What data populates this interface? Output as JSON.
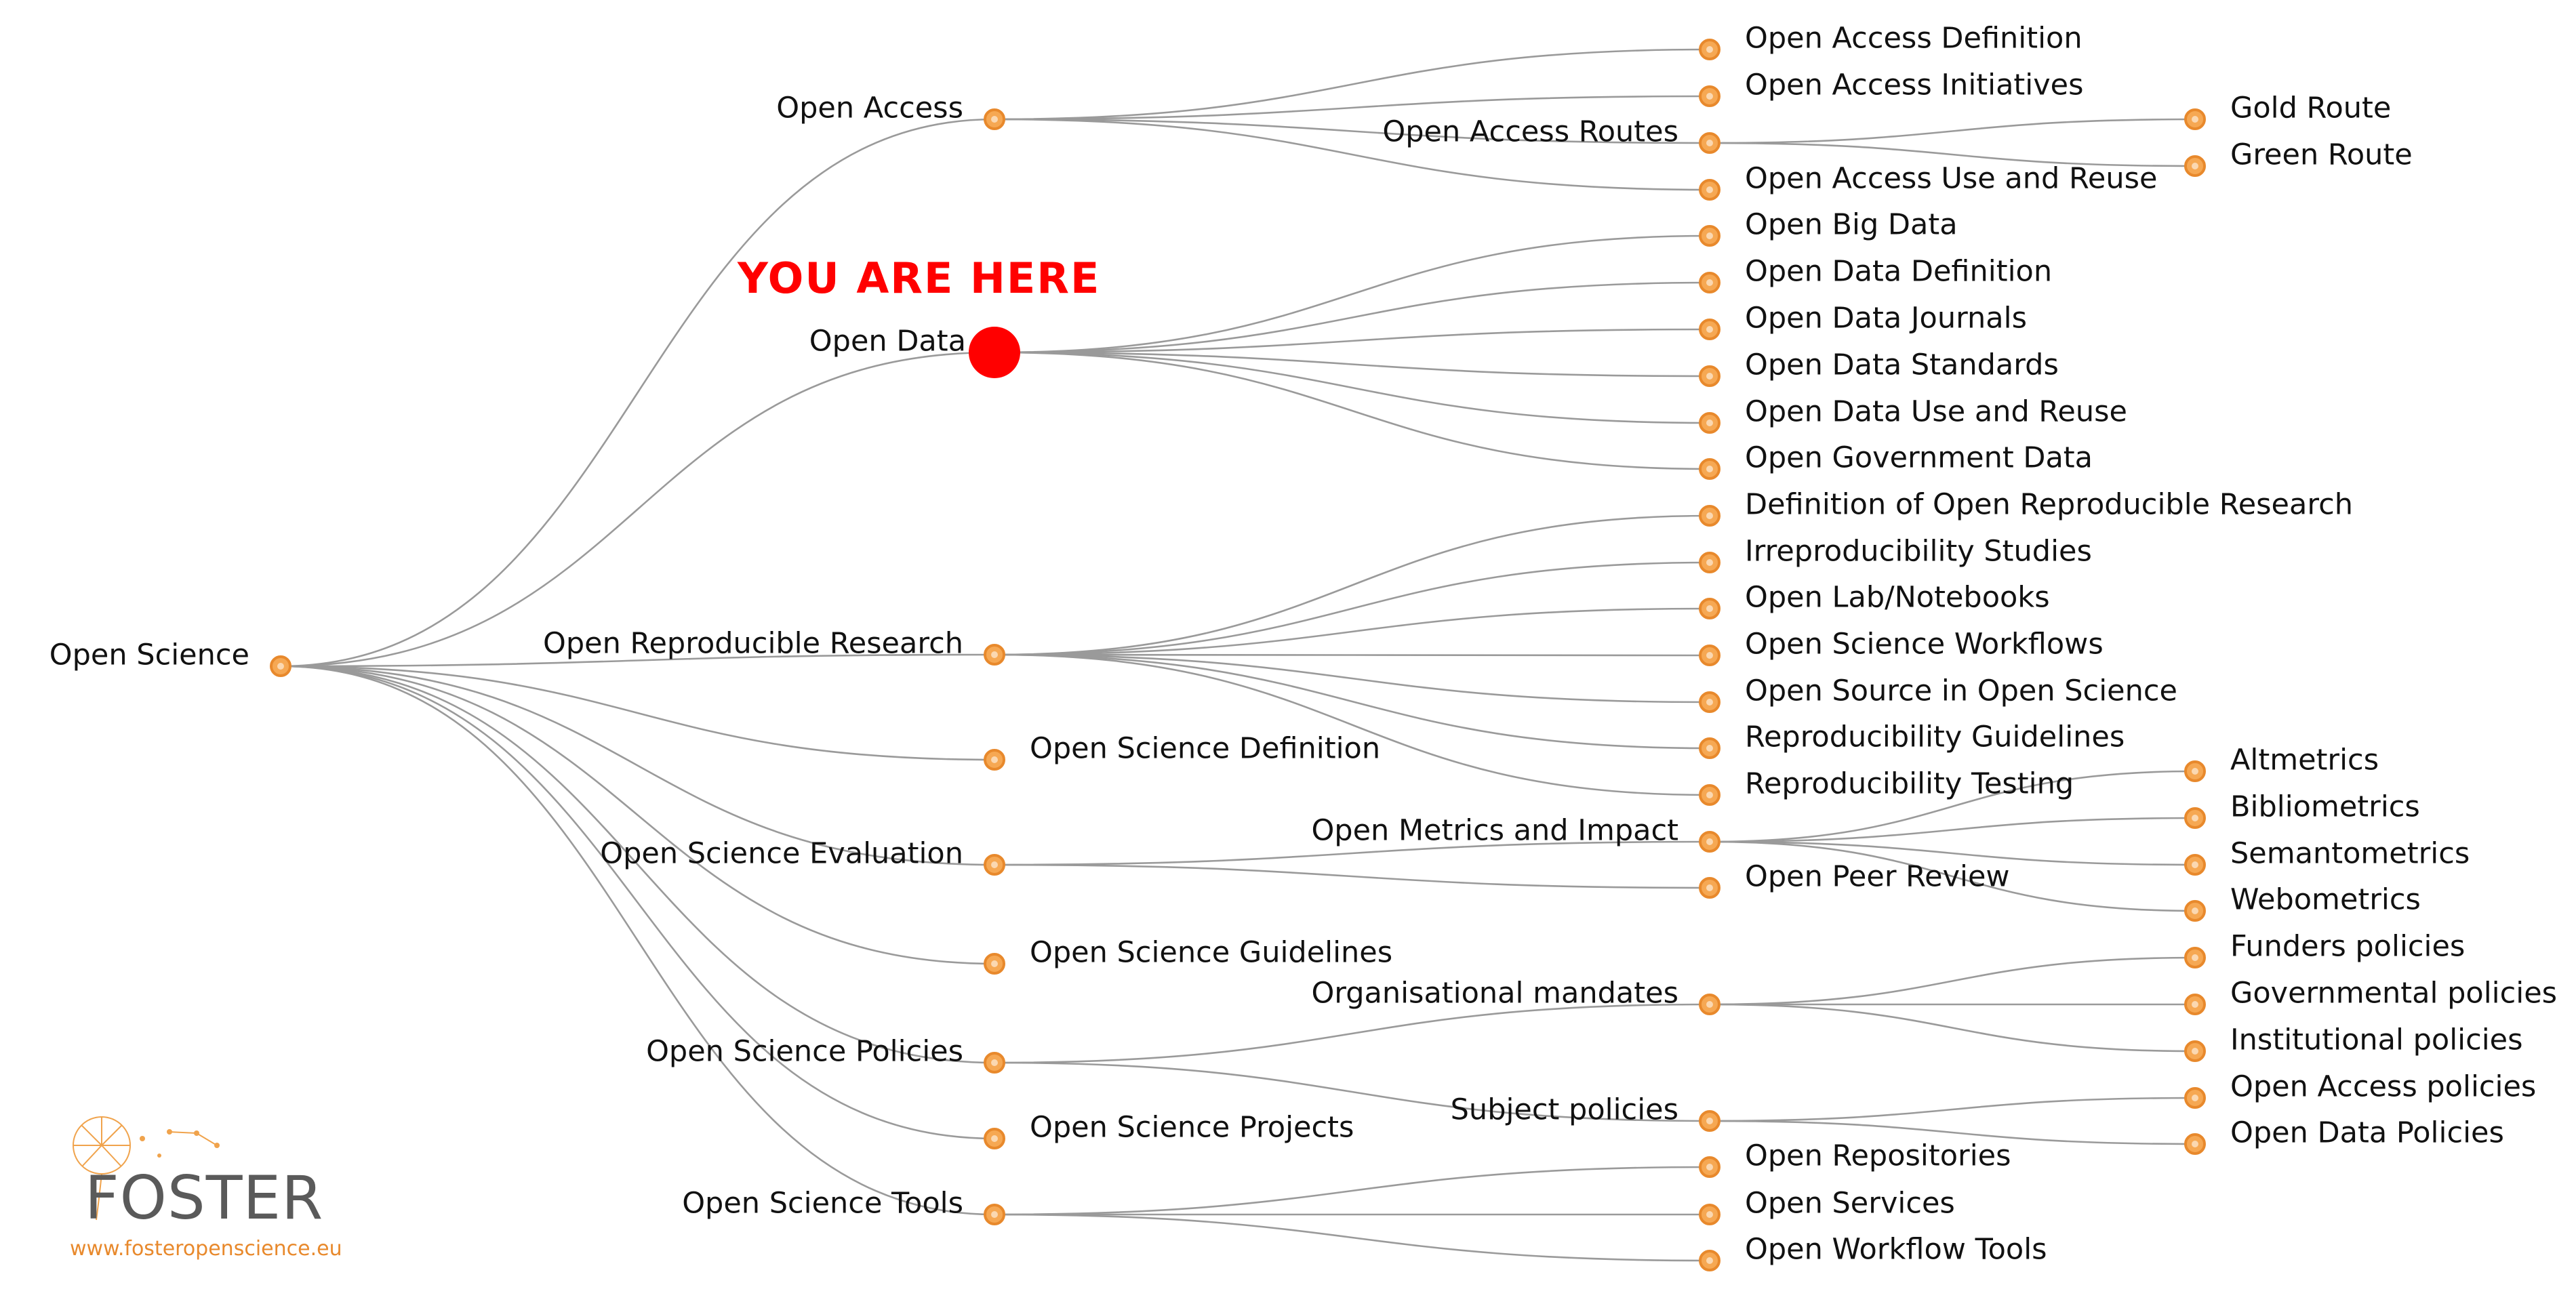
{
  "colors": {
    "node": "#f6a853",
    "node_stroke": "#e8892c",
    "link": "#9a9a9a",
    "highlight": "#ff0000",
    "logo_accent": "#e8892c"
  },
  "tree": {
    "root": "Open Science",
    "marker": {
      "text": "YOU ARE HERE",
      "node": "Open Data"
    },
    "nodes": [
      {
        "name": "Open Science"
      },
      {
        "name": "Open Access",
        "parent": "Open Science"
      },
      {
        "name": "Open Data",
        "parent": "Open Science"
      },
      {
        "name": "Open Reproducible Research",
        "parent": "Open Science"
      },
      {
        "name": "Open Science Definition",
        "parent": "Open Science"
      },
      {
        "name": "Open Science Evaluation",
        "parent": "Open Science"
      },
      {
        "name": "Open Science Guidelines",
        "parent": "Open Science"
      },
      {
        "name": "Open Science Policies",
        "parent": "Open Science"
      },
      {
        "name": "Open Science Projects",
        "parent": "Open Science"
      },
      {
        "name": "Open Science Tools",
        "parent": "Open Science"
      },
      {
        "name": "Open Access Definition",
        "parent": "Open Access"
      },
      {
        "name": "Open Access Initiatives",
        "parent": "Open Access"
      },
      {
        "name": "Open Access Routes",
        "parent": "Open Access"
      },
      {
        "name": "Open Access Use and Reuse",
        "parent": "Open Access"
      },
      {
        "name": "Gold Route",
        "parent": "Open Access Routes"
      },
      {
        "name": "Green Route",
        "parent": "Open Access Routes"
      },
      {
        "name": "Open Big Data",
        "parent": "Open Data"
      },
      {
        "name": "Open Data Definition",
        "parent": "Open Data"
      },
      {
        "name": "Open Data Journals",
        "parent": "Open Data"
      },
      {
        "name": "Open Data Standards",
        "parent": "Open Data"
      },
      {
        "name": "Open Data Use and Reuse",
        "parent": "Open Data"
      },
      {
        "name": "Open Government Data",
        "parent": "Open Data"
      },
      {
        "name": "Definition of Open Reproducible Research",
        "parent": "Open Reproducible Research"
      },
      {
        "name": "Irreproducibility Studies",
        "parent": "Open Reproducible Research"
      },
      {
        "name": "Open Lab/Notebooks",
        "parent": "Open Reproducible Research"
      },
      {
        "name": "Open Science Workflows",
        "parent": "Open Reproducible Research"
      },
      {
        "name": "Open Source in Open Science",
        "parent": "Open Reproducible Research"
      },
      {
        "name": "Reproducibility Guidelines",
        "parent": "Open Reproducible Research"
      },
      {
        "name": "Reproducibility Testing",
        "parent": "Open Reproducible Research"
      },
      {
        "name": "Open Metrics and Impact",
        "parent": "Open Science Evaluation"
      },
      {
        "name": "Open Peer Review",
        "parent": "Open Science Evaluation"
      },
      {
        "name": "Altmetrics",
        "parent": "Open Metrics and Impact"
      },
      {
        "name": "Bibliometrics",
        "parent": "Open Metrics and Impact"
      },
      {
        "name": "Semantometrics",
        "parent": "Open Metrics and Impact"
      },
      {
        "name": "Webometrics",
        "parent": "Open Metrics and Impact"
      },
      {
        "name": "Organisational mandates",
        "parent": "Open Science Policies"
      },
      {
        "name": "Subject policies",
        "parent": "Open Science Policies"
      },
      {
        "name": "Funders policies",
        "parent": "Organisational mandates"
      },
      {
        "name": "Governmental policies",
        "parent": "Organisational mandates"
      },
      {
        "name": "Institutional policies",
        "parent": "Organisational mandates"
      },
      {
        "name": "Open Access policies",
        "parent": "Subject policies"
      },
      {
        "name": "Open Data Policies",
        "parent": "Subject policies"
      },
      {
        "name": "Open Repositories",
        "parent": "Open Science Tools"
      },
      {
        "name": "Open Services",
        "parent": "Open Science Tools"
      },
      {
        "name": "Open Workflow Tools",
        "parent": "Open Science Tools"
      }
    ]
  },
  "logo": {
    "name": "FOSTER",
    "url": "www.fosteropenscience.eu"
  }
}
